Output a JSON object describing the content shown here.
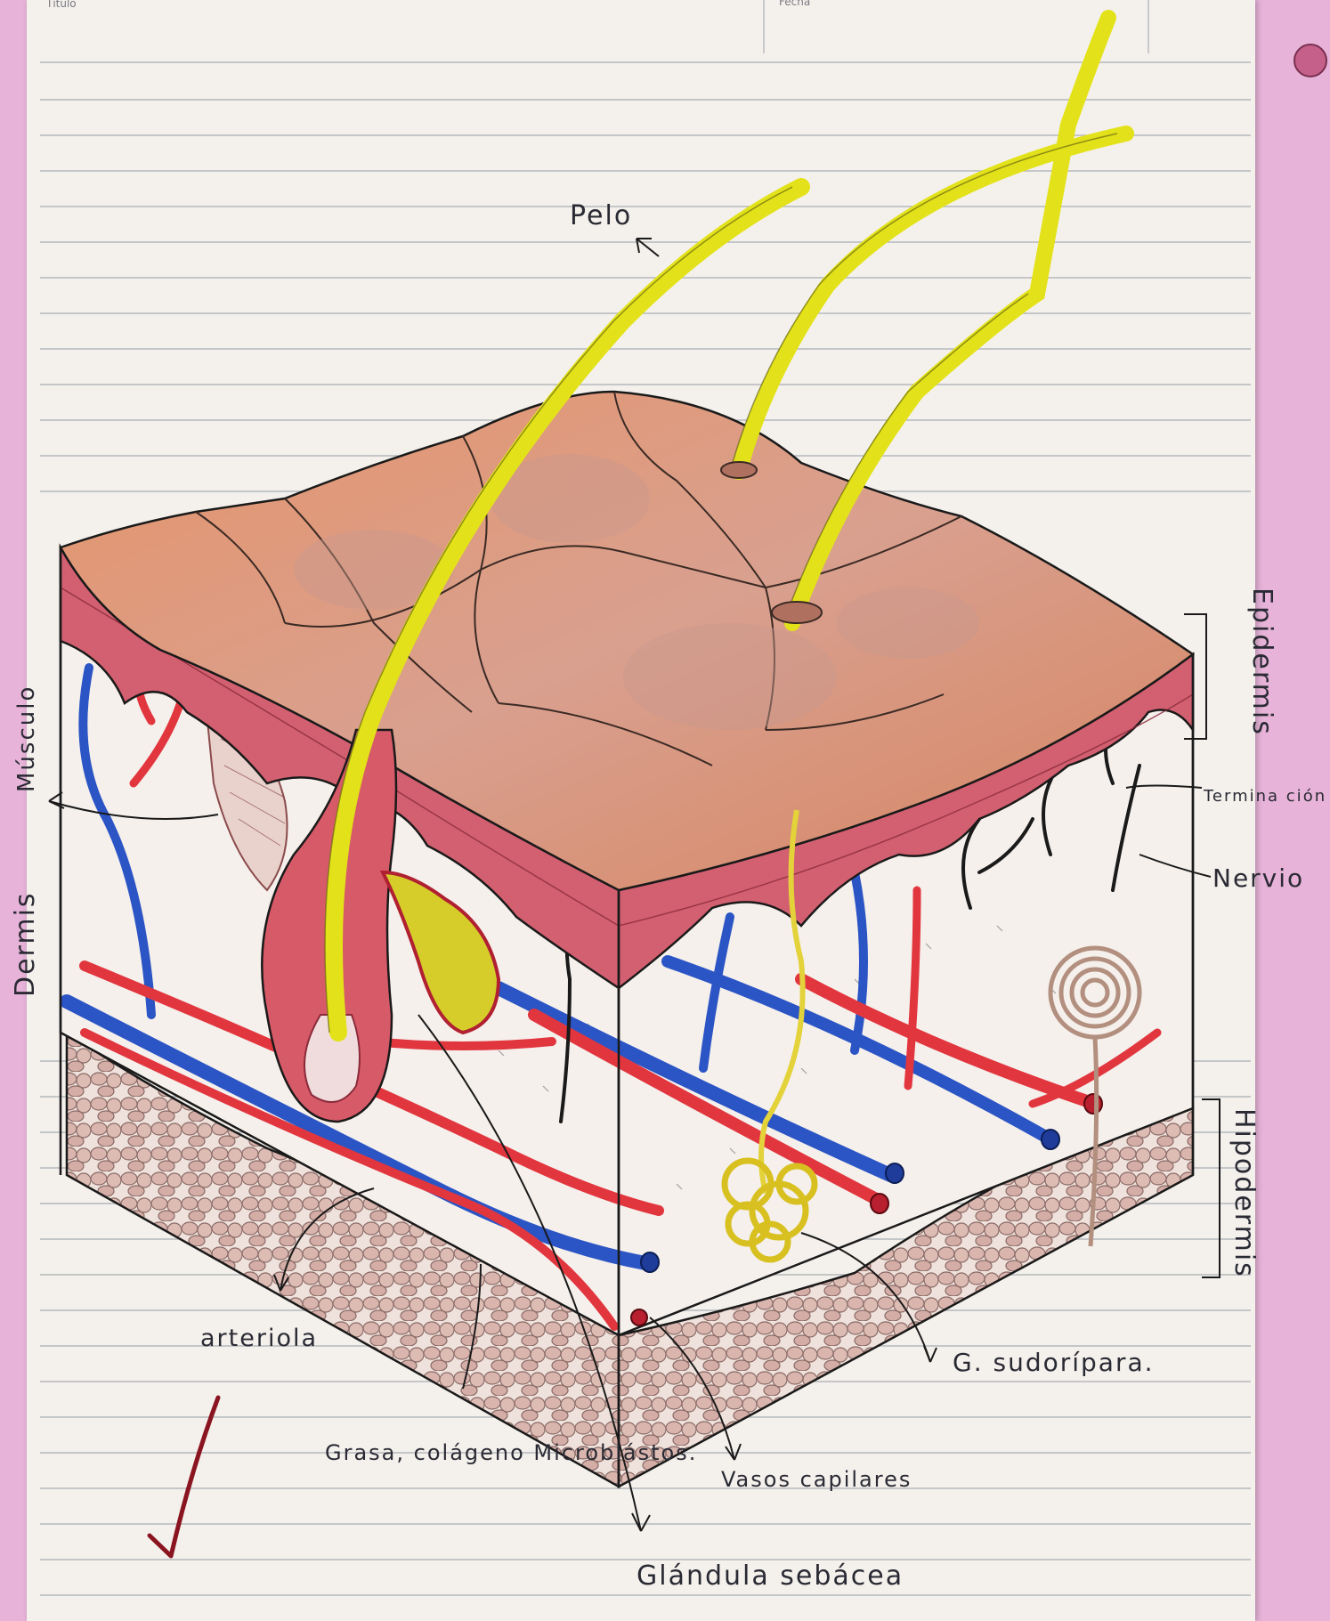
{
  "sheet": {
    "corner_texts": [
      "Título",
      "Fecha"
    ],
    "paper_color": "#f4f1ec",
    "margin_color": "#e7b3d8",
    "line_color": "#9aa0a8"
  },
  "colors": {
    "epidermis_top": "#d9865e",
    "epidermis_side": "#cf6672",
    "hair": "#e3e21a",
    "artery": "#e2363f",
    "vein": "#2b54c4",
    "fat": "#d8b4ae",
    "nerve": "#1a1a1a",
    "gland": "#e0cf3a"
  },
  "labels": {
    "pelo": "Pelo",
    "musculo": "Músculo",
    "dermis": "Dermis",
    "epidermis": "Epidermis",
    "terminacion": "Termina ción nerviosa",
    "nervio": "Nervio",
    "hipodermis": "Hipodermis",
    "arteriola": "arteriola",
    "grasa": "Grasa, colágeno Microblástos.",
    "vasos": "Vasos capilares",
    "g_sudoripara": "G. sudorípara.",
    "glandula": "Glándula sebácea"
  },
  "icons": [
    "check-mark-icon"
  ]
}
